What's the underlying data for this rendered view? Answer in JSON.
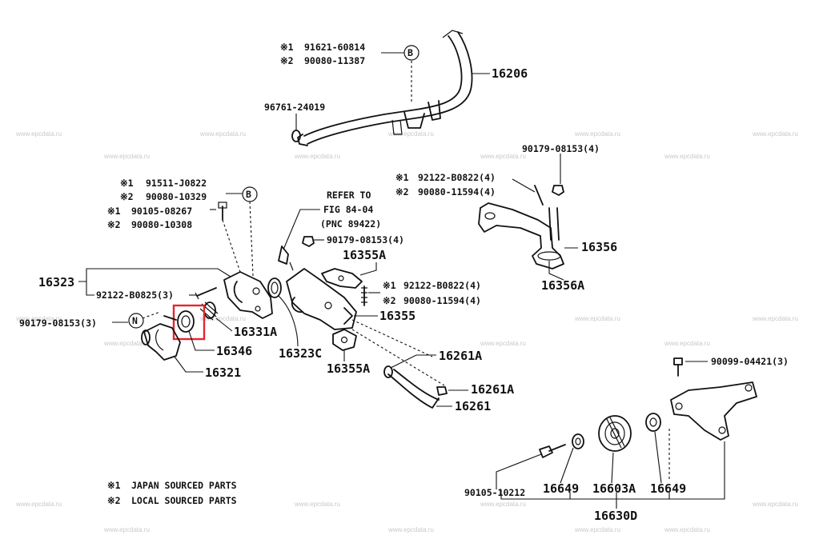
{
  "watermark": "www.epcdata.ru",
  "callouts": {
    "B": "B",
    "N": "N"
  },
  "labels": {
    "p1_m1": "※1",
    "p1_pn1": "91621-60814",
    "p1_m2": "※2",
    "p1_pn2": "90080-11387",
    "p16206": "16206",
    "p96761": "96761-24019",
    "p2_m1": "※1",
    "p2_pn1": "91511-J0822",
    "p2_m2": "※2",
    "p2_pn2": "90080-10329",
    "p3_m1": "※1",
    "p3_pn1": "90105-08267",
    "p3_m2": "※2",
    "p3_pn2": "90080-10308",
    "refer1": "REFER TO",
    "refer2": "FIG 84-04",
    "refer3": "(PNC 89422)",
    "p90179_a": "90179-08153(4)",
    "p16355A_top": "16355A",
    "p16323": "16323",
    "p92122_b": "92122-B0825(3)",
    "p90179_b": "90179-08153(3)",
    "p16331A": "16331A",
    "p16346": "16346",
    "p16321": "16321",
    "p16323C": "16323C",
    "p16355A_bot": "16355A",
    "p16355": "16355",
    "p4_m1": "※1",
    "p4_pn1": "92122-B0822(4)",
    "p4_m2": "※2",
    "p4_pn2": "90080-11594(4)",
    "p5_m1": "※1",
    "p5_pn1": "92122-B0822(4)",
    "p5_m2": "※2",
    "p5_pn2": "90080-11594(4)",
    "p90179_c": "90179-08153(4)",
    "p16356": "16356",
    "p16356A": "16356A",
    "p16261A_1": "16261A",
    "p16261A_2": "16261A",
    "p16261": "16261",
    "p90099": "90099-04421(3)",
    "p90105": "90105-10212",
    "p16649_1": "16649",
    "p16603A": "16603A",
    "p16649_2": "16649",
    "p16630D": "16630D"
  },
  "legend": [
    {
      "mark": "※1",
      "text": "JAPAN SOURCED PARTS"
    },
    {
      "mark": "※2",
      "text": "LOCAL SOURCED PARTS"
    }
  ]
}
